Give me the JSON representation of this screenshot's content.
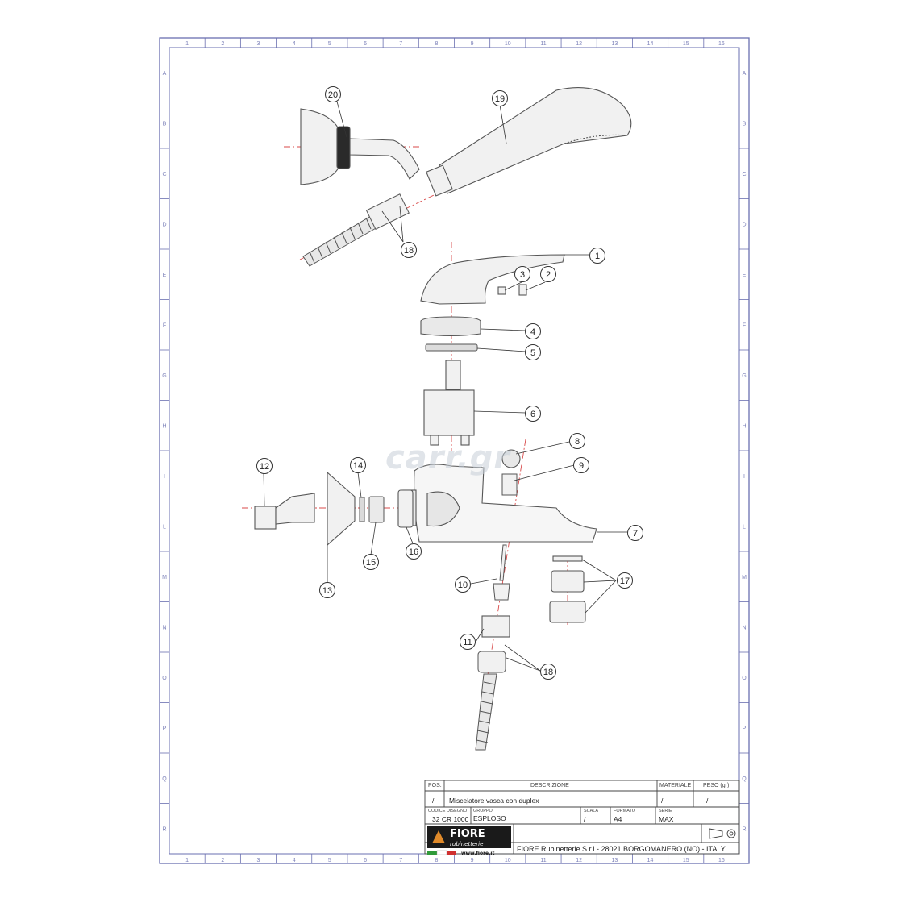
{
  "grid": {
    "columns": [
      "1",
      "2",
      "3",
      "4",
      "5",
      "6",
      "7",
      "8",
      "9",
      "10",
      "11",
      "12",
      "13",
      "14",
      "15",
      "16"
    ],
    "rows": [
      "A",
      "B",
      "C",
      "D",
      "E",
      "F",
      "G",
      "H",
      "I",
      "L",
      "M",
      "N",
      "O",
      "P",
      "Q",
      "R"
    ]
  },
  "callouts": [
    "1",
    "2",
    "3",
    "4",
    "5",
    "6",
    "7",
    "8",
    "9",
    "10",
    "11",
    "12",
    "13",
    "14",
    "15",
    "16",
    "17",
    "18",
    "19",
    "20"
  ],
  "watermark": "carr.gr",
  "title_block": {
    "headers": {
      "pos": "POS.",
      "descrizione": "DESCRIZIONE",
      "materiale": "MATERIALE",
      "peso": "PESO (gr)",
      "codice": "CODICE DISEGNO",
      "gruppo": "GRUPPO",
      "scala": "SCALA",
      "formato": "FORMATO",
      "serie": "SERIE"
    },
    "values": {
      "pos": "/",
      "descrizione": "Miscelatore vasca con duplex",
      "materiale": "/",
      "peso": "/",
      "codice": "32 CR 1000",
      "gruppo": "ESPLOSO",
      "scala": "/",
      "formato": "A4",
      "serie": "MAX"
    },
    "logo_text": "FIORE",
    "logo_sub": "rubinetterie",
    "logo_url": "www.fiore.it",
    "company": "FIORE Rubinetterie S.r.l.- 28021 BORGOMANERO (NO) - ITALY"
  },
  "colors": {
    "frame": "#6a6fb0",
    "line": "#555555",
    "centerline": "#d84a4a",
    "fill": "#f1f1f1",
    "logo_bg": "#1a1a1a",
    "flag_green": "#2f9a3a",
    "flag_red": "#d03030"
  }
}
